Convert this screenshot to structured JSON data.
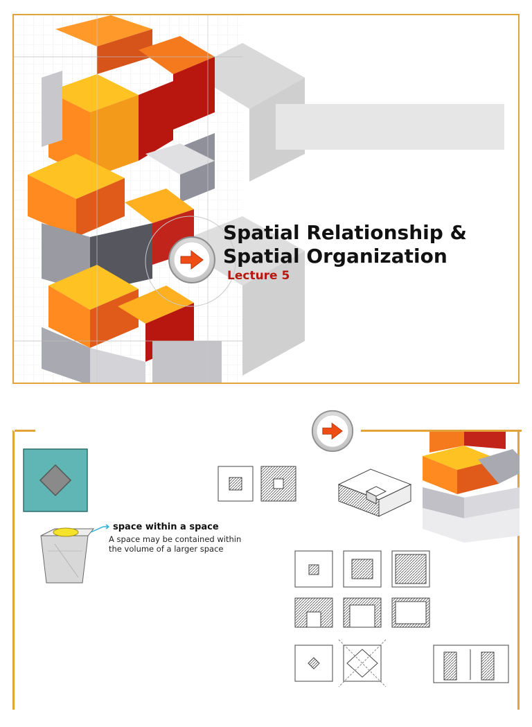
{
  "slide1": {
    "title_line1": "Spatial Relationship &",
    "title_line2": "Spatial Organization",
    "subtitle": "Lecture 5",
    "icon": "orange-arrow-right-button"
  },
  "slide2": {
    "caption_heading": "space within a space",
    "caption_text": "A space may be contained within the volume of a larger space",
    "icon": "orange-arrow-right-button",
    "colors": {
      "teal": "#5fb6b4",
      "yellow": "#f5e22a",
      "orange": "#f5a623",
      "red": "#c3241a"
    }
  }
}
